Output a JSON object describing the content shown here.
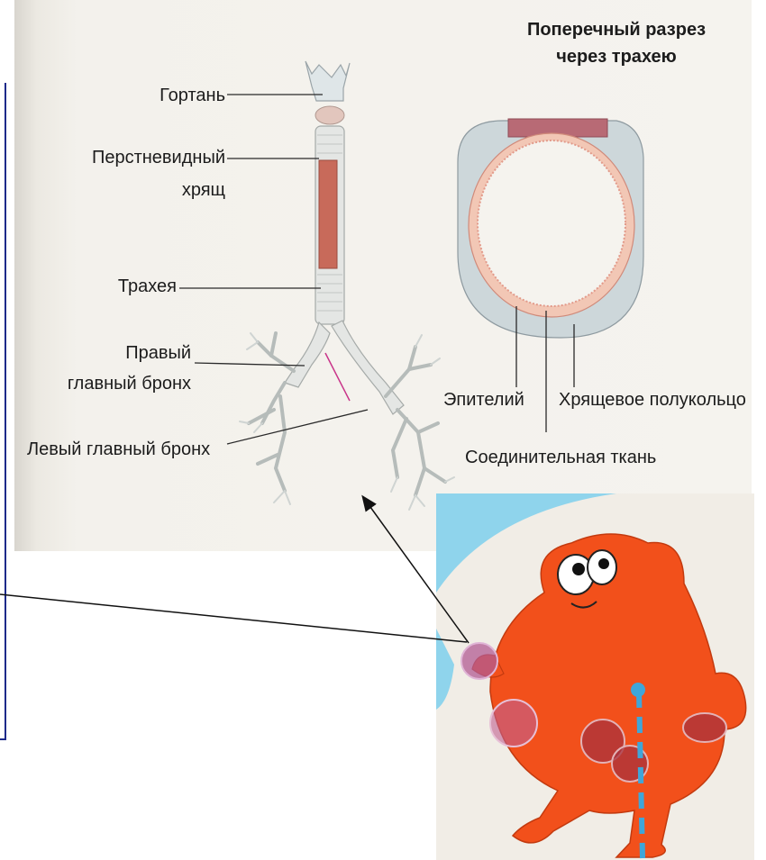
{
  "labels": {
    "larynx": "Гортань",
    "cricoid_line1": "Перстневидный",
    "cricoid_line2": "хрящ",
    "trachea": "Трахея",
    "right_bronchus_line1": "Правый",
    "right_bronchus_line2": "главный бронх",
    "left_bronchus": "Левый главный бронх"
  },
  "cross_section": {
    "title_line1": "Поперечный разрез",
    "title_line2": "через трахею",
    "epithelium": "Эпителий",
    "cartilage": "Хрящевое полукольцо",
    "connective": "Соединительная ткань"
  },
  "colors": {
    "page_bg": "#f5f3ee",
    "cartilage_grey": "#c9d4d8",
    "muscle_pink": "#c46a72",
    "mucosa_pink": "#e8a493",
    "cartoon_orange": "#f2501b",
    "bubble_blue": "#8fd4ec",
    "frame_blue": "#1d2a8a"
  }
}
